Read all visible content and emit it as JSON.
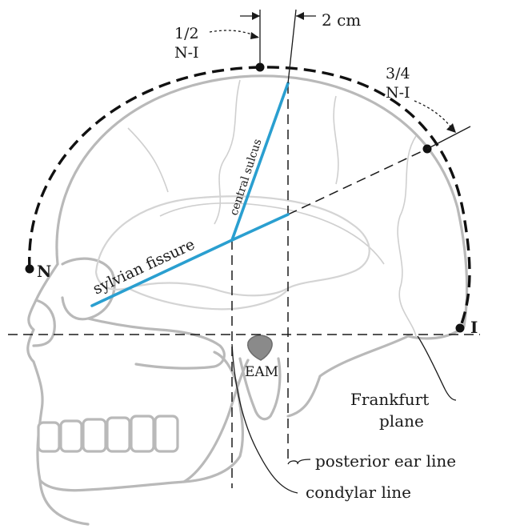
{
  "labels": {
    "half_ni_top": "1/2",
    "half_ni_bottom": "N-I",
    "two_cm": "2 cm",
    "three_quarter_ni_top": "3/4",
    "three_quarter_ni_bottom": "N-I",
    "central_sulcus": "central sulcus",
    "sylvian_fissure": "sylvian fissure",
    "nasion": "N",
    "inion": "I",
    "eam": "EAM",
    "frankfurt_top": "Frankfurt",
    "frankfurt_bottom": "plane",
    "posterior_ear_line": "posterior ear line",
    "condylar_line": "condylar line"
  },
  "colors": {
    "sulcus_lines": "#2a9fd0",
    "skull_outline": "#b9b9b9",
    "ink": "#1a1a1a"
  }
}
